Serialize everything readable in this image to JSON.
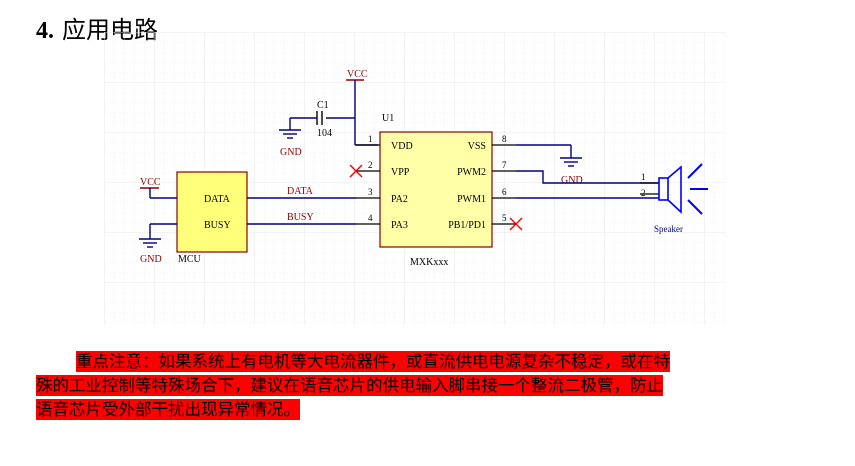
{
  "heading": {
    "number": "4.",
    "title": "应用电路"
  },
  "schematic": {
    "colors": {
      "wire": "#000080",
      "label": "#8b0000",
      "pin": "#000000",
      "body": "#ffffa8",
      "mcu_body": "#ffff7a",
      "speaker": "#0000ff",
      "noconnect": "#ff0000",
      "grid": "#ececec"
    },
    "top_vcc": "VCC",
    "capacitor": {
      "ref": "C1",
      "value": "104"
    },
    "top_gnd": "GND",
    "chip": {
      "ref": "U1",
      "name": "MXKxxx",
      "left_pins": [
        {
          "num": "1",
          "label": "VDD"
        },
        {
          "num": "2",
          "label": "VPP"
        },
        {
          "num": "3",
          "label": "PA2"
        },
        {
          "num": "4",
          "label": "PA3"
        }
      ],
      "right_pins": [
        {
          "num": "8",
          "label": "VSS"
        },
        {
          "num": "7",
          "label": "PWM2"
        },
        {
          "num": "6",
          "label": "PWM1"
        },
        {
          "num": "5",
          "label": "PB1/PD1"
        }
      ]
    },
    "right_gnd": "GND",
    "mcu": {
      "name": "MCU",
      "pins": [
        "DATA",
        "BUSY"
      ],
      "vcc": "VCC",
      "gnd": "GND"
    },
    "nets": {
      "data": "DATA",
      "busy": "BUSY"
    },
    "speaker": {
      "name": "Speaker",
      "pins": [
        "1",
        "2"
      ]
    }
  },
  "note": {
    "lines": [
      "重点注意：如果系统上有电机等大电流器件，或直流供电电源复杂不稳定，或在特",
      "殊的工业控制等特殊场合下，建议在语音芯片的供电输入脚串接一个整流二极管，防止",
      "语音芯片受外部干扰出现异常情况。"
    ]
  }
}
